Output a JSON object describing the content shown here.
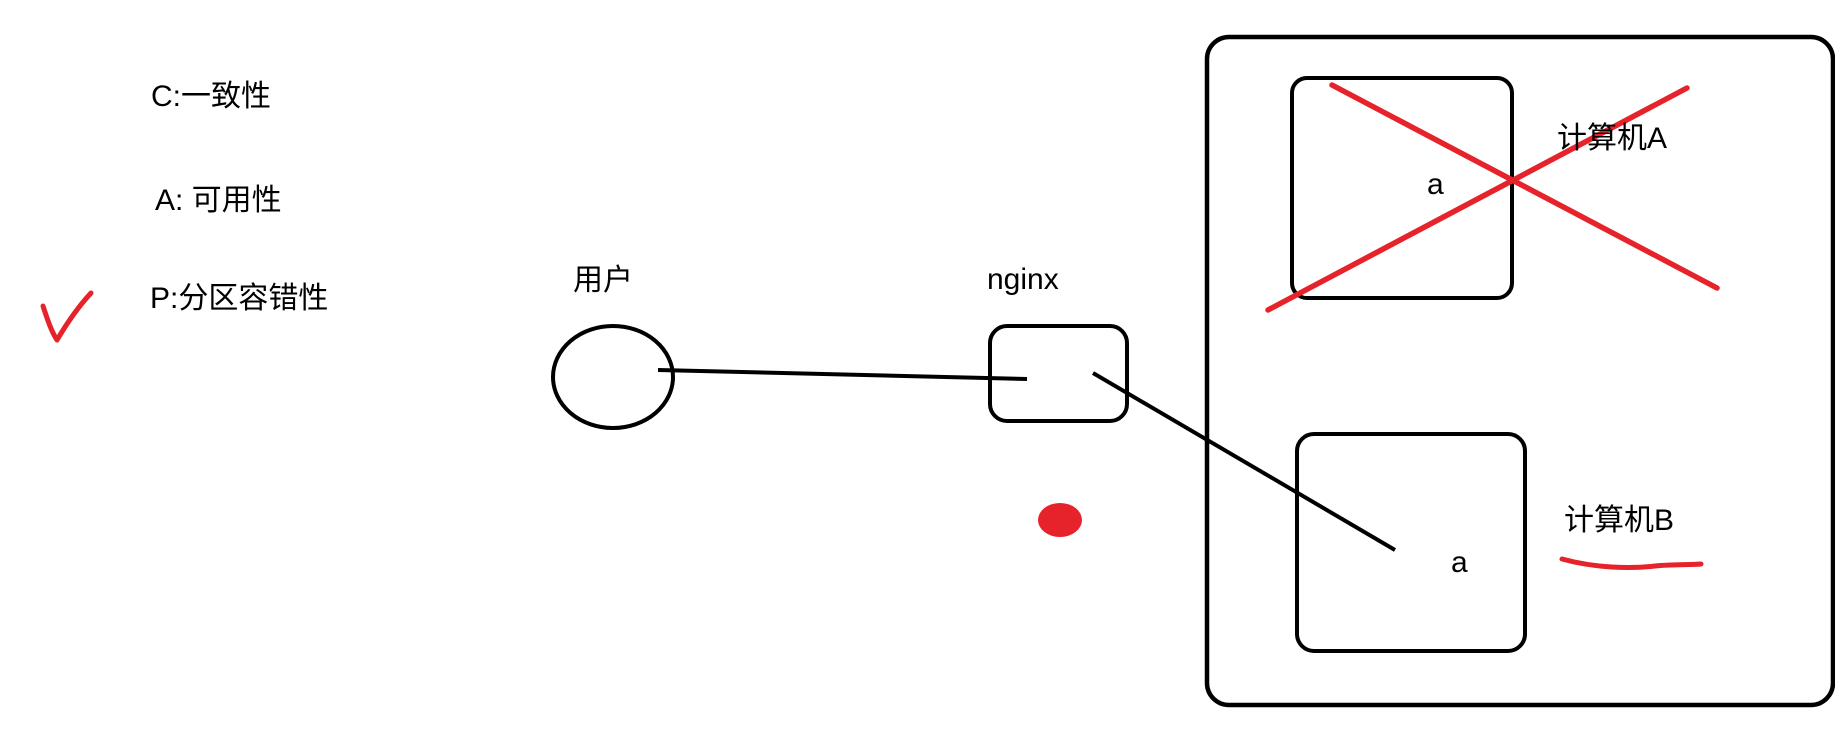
{
  "canvas": {
    "background": "#ffffff"
  },
  "colors": {
    "ink": "#000000",
    "marker_red": "#e6232a"
  },
  "legend": {
    "line_c": "C:一致性",
    "line_a": "A: 可用性",
    "line_p": "P:分区容错性"
  },
  "diagram": {
    "user_label": "用户",
    "nginx_label": "nginx",
    "computer_a_label": "计算机A",
    "computer_b_label": "计算机B",
    "computer_a_data": "a",
    "computer_b_data": "a"
  },
  "annotations": {
    "checkmark": "red-checkmark-next-to-partition-tolerance",
    "cross": "red-x-over-computer-a",
    "dot": "red-dot-below-nginx",
    "underline": "red-underline-below-computer-b-label"
  }
}
